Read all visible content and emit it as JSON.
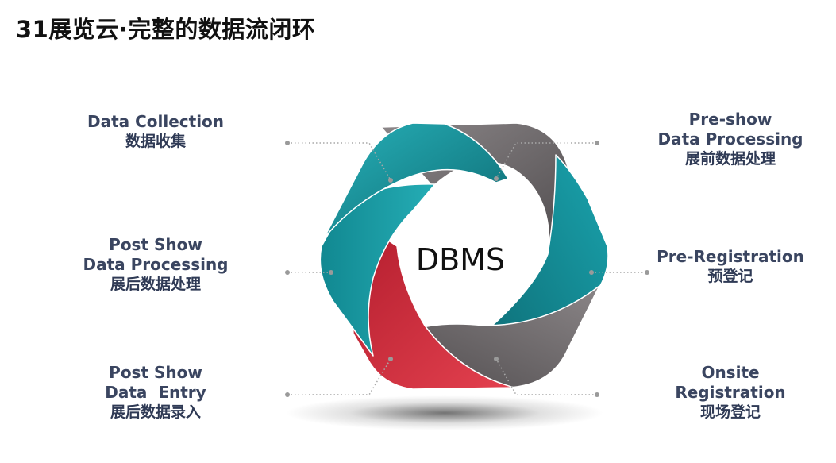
{
  "title": "31展览云·完整的数据流闭环",
  "center": {
    "label": "DBMS"
  },
  "stages": [
    {
      "id": "data-collection",
      "en": "Data Collection",
      "cn": "数据收集"
    },
    {
      "id": "post-show-processing",
      "en": "Post Show\nData Processing",
      "cn": "展后数据处理"
    },
    {
      "id": "post-show-entry",
      "en": "Post Show\nData  Entry",
      "cn": "展后数据录入"
    },
    {
      "id": "pre-show-processing",
      "en": "Pre-show\nData Processing",
      "cn": "展前数据处理"
    },
    {
      "id": "pre-registration",
      "en": "Pre-Registration",
      "cn": "预登记"
    },
    {
      "id": "onsite-registration",
      "en": "Onsite\nRegistration",
      "cn": "现场登记"
    }
  ],
  "colors": {
    "teal": "#1a98a2",
    "teal_dark": "#0f6f78",
    "gray": "#6b6669",
    "gray_dark": "#4a4648",
    "red": "#d2303f",
    "label_text": "#3a4560",
    "connector": "#a8a8a8"
  }
}
